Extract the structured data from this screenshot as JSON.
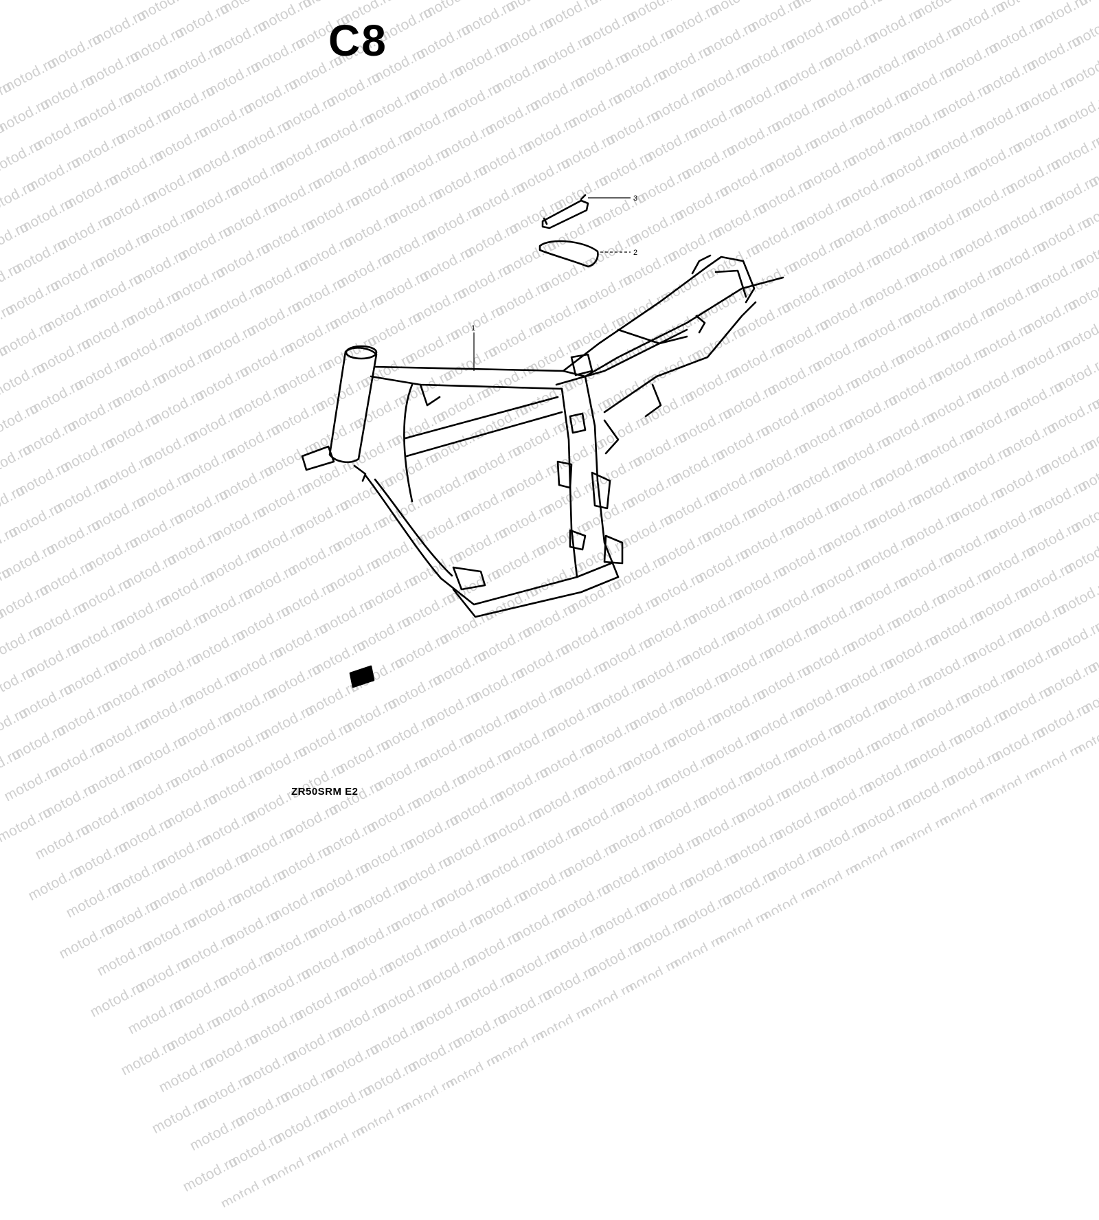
{
  "sheet": {
    "code": "C8",
    "model": "ZR50SRM E2"
  },
  "watermark": {
    "text": "motod.ru"
  },
  "callouts": [
    {
      "part": "1",
      "label": "1"
    },
    {
      "part": "2",
      "label": "2"
    },
    {
      "part": "3",
      "label": "3"
    }
  ]
}
